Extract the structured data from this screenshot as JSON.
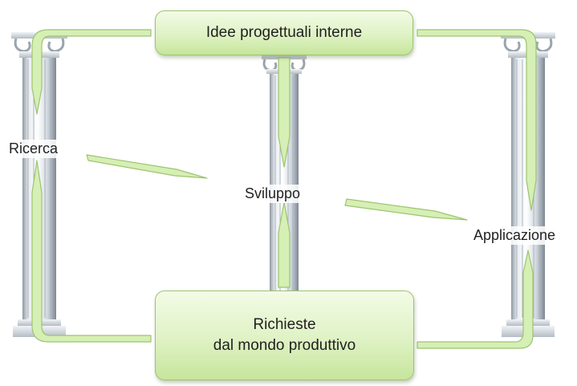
{
  "top_box": {
    "text": "Idee progettuali interne"
  },
  "bottom_box": {
    "line1": "Richieste",
    "line2": "dal mondo produttivo"
  },
  "pillars": [
    {
      "label": "Ricerca"
    },
    {
      "label": "Sviluppo"
    },
    {
      "label": "Applicazione"
    }
  ],
  "colors": {
    "arrow_fill": "#d6efb4",
    "arrow_stroke": "#9cc471",
    "column_light": "#f4f6f8",
    "column_mid": "#d3d9df",
    "column_dark": "#9aa4ae"
  }
}
